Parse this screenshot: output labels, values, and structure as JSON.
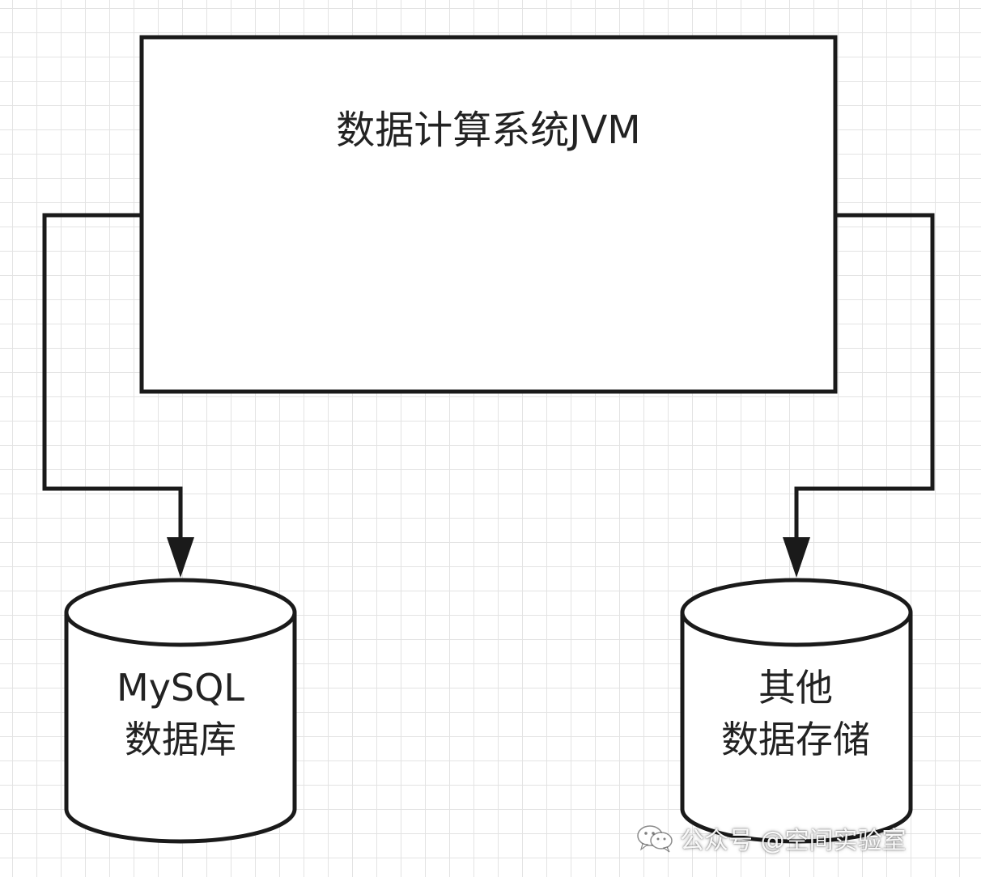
{
  "diagram": {
    "system_box": {
      "label": "数据计算系统JVM"
    },
    "left_database": {
      "line1": "MySQL",
      "line2": "数据库"
    },
    "right_database": {
      "line1": "其他",
      "line2": "数据存储"
    }
  },
  "watermark": {
    "icon": "wechat-icon",
    "text": "公众号 @空间实验室"
  },
  "colors": {
    "stroke": "#1a1a1a",
    "background": "#ffffff",
    "grid": "#e3e3e3"
  }
}
